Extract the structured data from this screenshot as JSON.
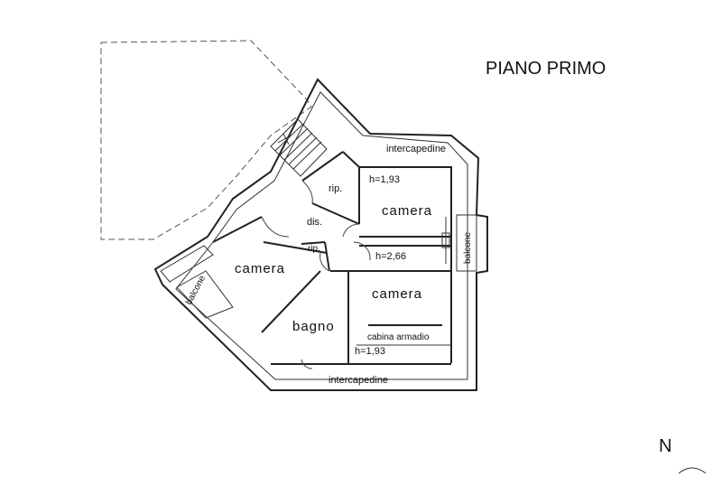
{
  "title": "PIANO PRIMO",
  "north": "N",
  "rooms": {
    "camera_top": "camera",
    "camera_left": "camera",
    "camera_bottom": "camera",
    "bagno": "bagno",
    "dis": "dis.",
    "rip_top": "rip.",
    "rip_small": "rip.",
    "cabina": "cabina armadio"
  },
  "heights": {
    "h_top": "h=1,93",
    "h_mid": "h=2,66",
    "h_bottom": "h=1,93"
  },
  "outer": {
    "intercapedine_top": "intercapedine",
    "intercapedine_bottom": "intercapedine",
    "balcone_right": "balcone",
    "balcone_left": "balcone"
  }
}
